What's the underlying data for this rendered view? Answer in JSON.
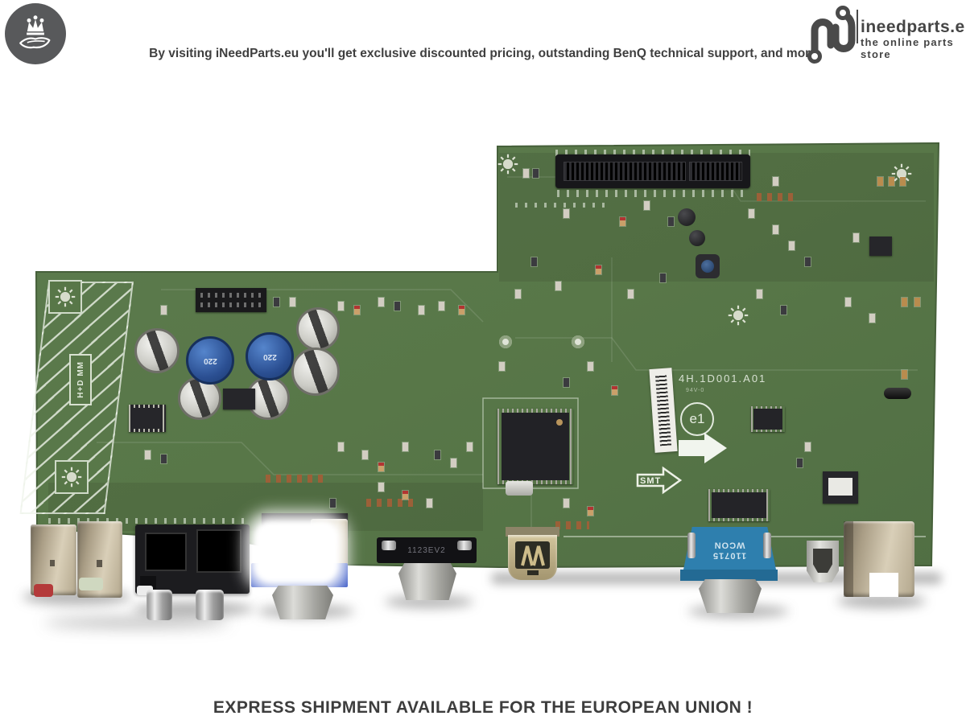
{
  "header": {
    "tagline": "By visiting iNeedParts.eu you'll get exclusive discounted pricing, outstanding BenQ technical support, and more",
    "brand_name": "ineedparts.eu",
    "brand_subtitle": "the online parts store"
  },
  "footer": {
    "message": "EXPRESS SHIPMENT AVAILABLE FOR THE EUROPEAN UNION !"
  },
  "board": {
    "part_number": "4H.1D001.A01",
    "cert_line": "94V-0",
    "e_mark": "e1",
    "smt_arrow": "SMT",
    "hatch_label": "H+D MM",
    "inductor_value": "220",
    "vga_label_line1": "110715",
    "vga_label_line2": "WCON",
    "dvi_label": "1123EV2"
  },
  "colors": {
    "logo_gray": "#58595b",
    "text_dark": "#3d3d3d",
    "pcb_green": "#587748",
    "vga_blue": "#2e7fae",
    "dvi_blue": "#3353c4"
  }
}
